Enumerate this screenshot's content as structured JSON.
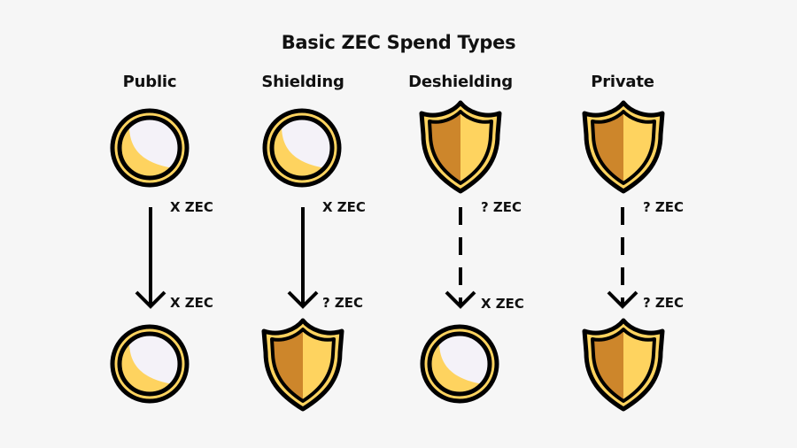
{
  "title": "Basic ZEC Spend Types",
  "colors": {
    "background": "#f6f6f6",
    "coin_gold": "#fed35f",
    "coin_face": "#f4f2f8",
    "shield_dark": "#cd862b",
    "shield_light": "#fed35f",
    "outline": "#000000"
  },
  "columns": [
    {
      "label": "Public",
      "from_icon": "coin-icon",
      "to_icon": "coin-icon",
      "arrow": "solid",
      "from_amount": "X  ZEC",
      "to_amount": "X  ZEC"
    },
    {
      "label": "Shielding",
      "from_icon": "coin-icon",
      "to_icon": "shield-icon",
      "arrow": "solid",
      "from_amount": "X  ZEC",
      "to_amount": "?  ZEC"
    },
    {
      "label": "Deshielding",
      "from_icon": "shield-icon",
      "to_icon": "coin-icon",
      "arrow": "dashed",
      "from_amount": "?  ZEC",
      "to_amount": "X  ZEC"
    },
    {
      "label": "Private",
      "from_icon": "shield-icon",
      "to_icon": "shield-icon",
      "arrow": "dashed",
      "from_amount": "?  ZEC",
      "to_amount": "?  ZEC"
    }
  ]
}
